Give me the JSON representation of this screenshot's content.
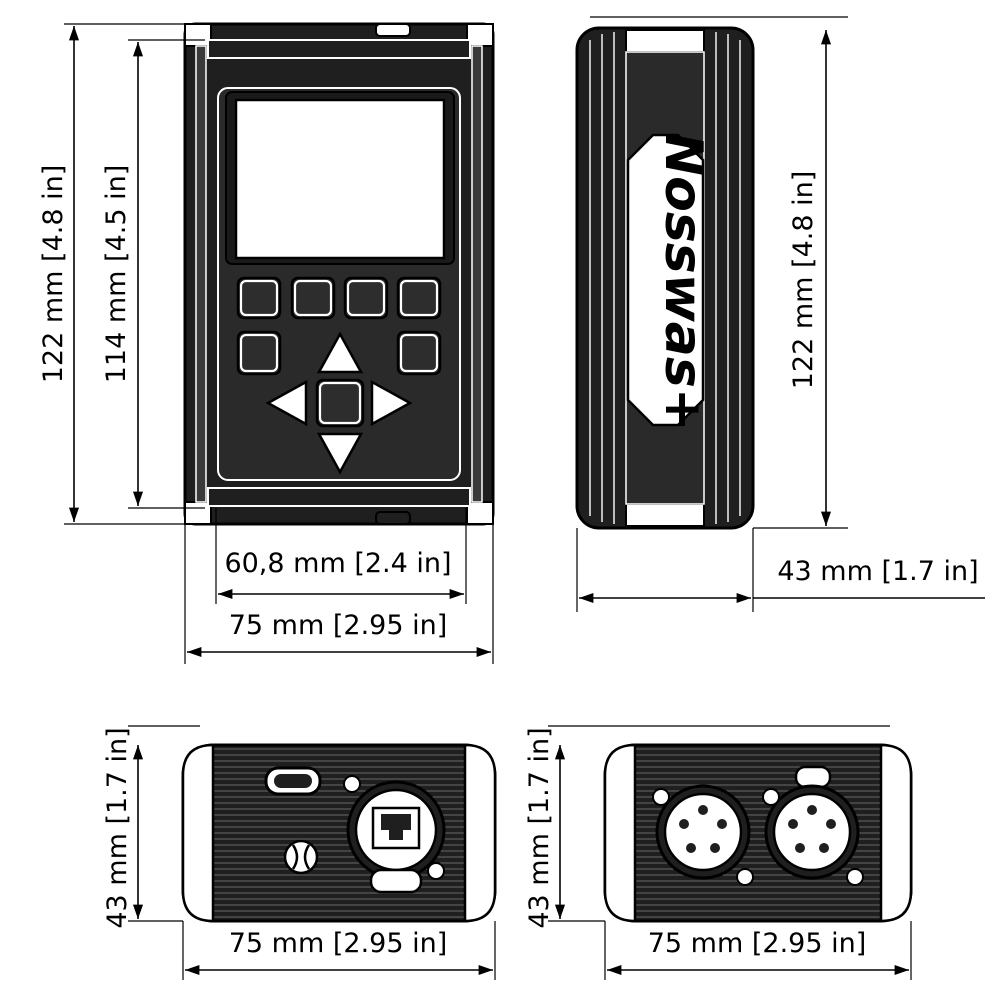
{
  "dimensions": {
    "front_height_outer": "122 mm [4.8 in]",
    "front_height_inner": "114 mm [4.5 in]",
    "front_width_inner": "60,8 mm [2.4 in]",
    "front_width_outer": "75 mm [2.95 in]",
    "side_height": "122 mm [4.8 in]",
    "side_depth": "43 mm [1.7 in]",
    "bottom_left_height": "43 mm [1.7 in]",
    "bottom_left_width": "75 mm [2.95 in]",
    "bottom_right_height": "43 mm [1.7 in]",
    "bottom_right_width": "75 mm [2.95 in]"
  },
  "logo": {
    "text": "Nosswas+"
  },
  "colors": {
    "body": "#1f1f1f",
    "line": "#000000",
    "background": "#ffffff"
  },
  "icons": {
    "keypad": [
      "square-button",
      "up-arrow-button",
      "down-arrow-button",
      "left-arrow-button",
      "right-arrow-button"
    ],
    "connectors": [
      "usb-port-icon",
      "ethernet-port-icon",
      "xlr-connector-icon",
      "mount-screw-icon"
    ]
  }
}
